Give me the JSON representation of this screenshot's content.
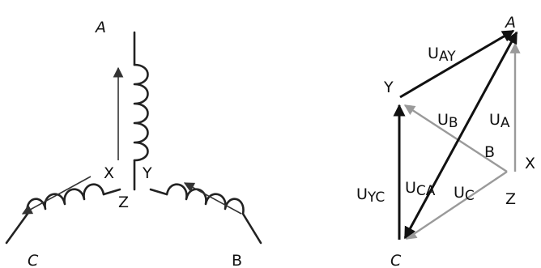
{
  "star": {
    "labels": {
      "A": "A",
      "B": "B",
      "C": "C",
      "X": "X",
      "Y": "Y",
      "Z": "Z"
    }
  },
  "phasor": {
    "points": {
      "A": "A",
      "Y": "Y",
      "X": "X",
      "Z": "Z",
      "C": "C",
      "B": "B"
    },
    "vectors": {
      "UAY_main": "U",
      "UAY_sub": "AY",
      "UB_main": "U",
      "UB_sub": "B",
      "UA_main": "U",
      "UA_sub": "A",
      "UYC_main": "U",
      "UYC_sub": "YC",
      "UCA_main": "U",
      "UCA_sub": "CA",
      "UC_main": "U",
      "UC_sub": "C"
    }
  }
}
